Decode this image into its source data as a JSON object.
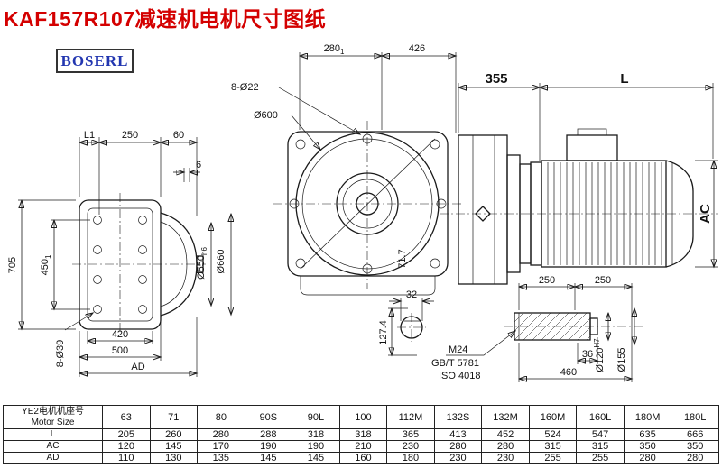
{
  "page": {
    "title": "KAF157R107减速机电机尺寸图纸",
    "brand": "BOSERL"
  },
  "colors": {
    "title": "#d40000",
    "brand": "#2236b0",
    "line": "#1a1a1a"
  },
  "dims": {
    "left": {
      "l1": "L1",
      "w250": "250",
      "w60": "60",
      "t6": "6",
      "h705": "705",
      "h450": "450",
      "h450_tol": "1",
      "holes": "8-Ø39",
      "w420": "420",
      "w500": "500",
      "ad": "AD",
      "d550": "Ø550",
      "d550_fit": "h6",
      "d660": "Ø660"
    },
    "front": {
      "holes": "8-Ø22",
      "d600": "Ø600",
      "w280": "280",
      "w280_tol": "1",
      "w426": "426",
      "h71_7": "71.7",
      "w32": "32",
      "h127_4": "127.4"
    },
    "side": {
      "w355": "355",
      "l": "L",
      "ac": "AC"
    },
    "shaft": {
      "p250a": "250",
      "p250b": "250",
      "thread": "M24",
      "std1": "GB/T 5781",
      "std2": "ISO 4018",
      "w36": "36",
      "l460": "460",
      "d120": "Ø120",
      "d120_fit": "H7",
      "d155": "Ø155"
    }
  },
  "table": {
    "header_cn": "YE2电机机座号",
    "header_en": "Motor Size",
    "sizes": [
      "63",
      "71",
      "80",
      "90S",
      "90L",
      "100",
      "112M",
      "132S",
      "132M",
      "160M",
      "160L",
      "180M",
      "180L"
    ],
    "rows": [
      {
        "label": "L",
        "values": [
          "205",
          "260",
          "280",
          "288",
          "318",
          "318",
          "365",
          "413",
          "452",
          "524",
          "547",
          "635",
          "666"
        ]
      },
      {
        "label": "AC",
        "values": [
          "120",
          "145",
          "170",
          "190",
          "190",
          "210",
          "230",
          "280",
          "280",
          "315",
          "315",
          "350",
          "350"
        ]
      },
      {
        "label": "AD",
        "values": [
          "110",
          "130",
          "135",
          "145",
          "145",
          "160",
          "180",
          "230",
          "230",
          "255",
          "255",
          "280",
          "280"
        ]
      }
    ]
  }
}
